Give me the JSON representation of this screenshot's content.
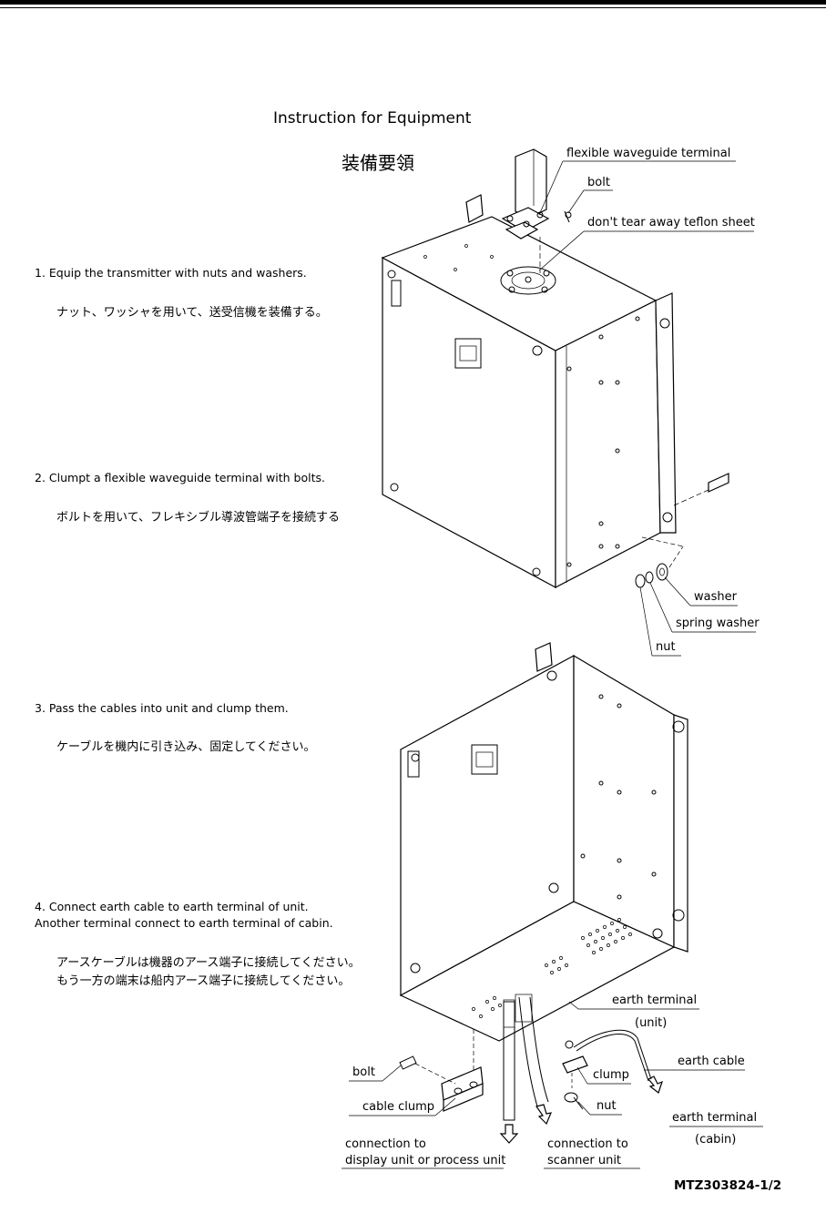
{
  "header": {
    "title": "Instruction for Equipment",
    "title_jp": "装備要領"
  },
  "steps": [
    {
      "en": "1. Equip the transmitter with nuts and washers.",
      "jp": "ナット、ワッシャを用いて、送受信機を装備する。"
    },
    {
      "en": "2. Clumpt a flexible waveguide terminal  with bolts.",
      "jp": "ボルトを用いて、フレキシブル導波管端子を接続する"
    },
    {
      "en": "3. Pass the cables into unit and clump them.",
      "jp": "ケーブルを機内に引き込み、固定してください。"
    },
    {
      "en": "4. Connect earth cable to earth terminal of unit.",
      "en2": "   Another terminal connect to earth terminal of cabin.",
      "jp": "アースケーブルは機器のアース端子に接続してください。",
      "jp2": "もう一方の端末は船内アース端子に接続してください。"
    }
  ],
  "callouts": {
    "flexible_waveguide_terminal": "flexible waveguide terminal",
    "bolt_top": "bolt",
    "teflon": "don't tear away teflon sheet",
    "washer": "washer",
    "spring_washer": "spring washer",
    "nut_top": "nut",
    "earth_terminal_unit": "earth terminal",
    "unit_label": "(unit)",
    "earth_cable": "earth cable",
    "bolt_bottom": "bolt",
    "clump": "clump",
    "cable_clump": "cable clump",
    "nut_bottom": "nut",
    "earth_terminal_cabin": "earth terminal",
    "cabin_label": "(cabin)",
    "connection_display_1": "connection to",
    "connection_display_2": "display unit or process unit",
    "connection_scanner_1": "connection to",
    "connection_scanner_2": "scanner unit"
  },
  "footer": {
    "doc_number": "MTZ303824-1/2"
  }
}
